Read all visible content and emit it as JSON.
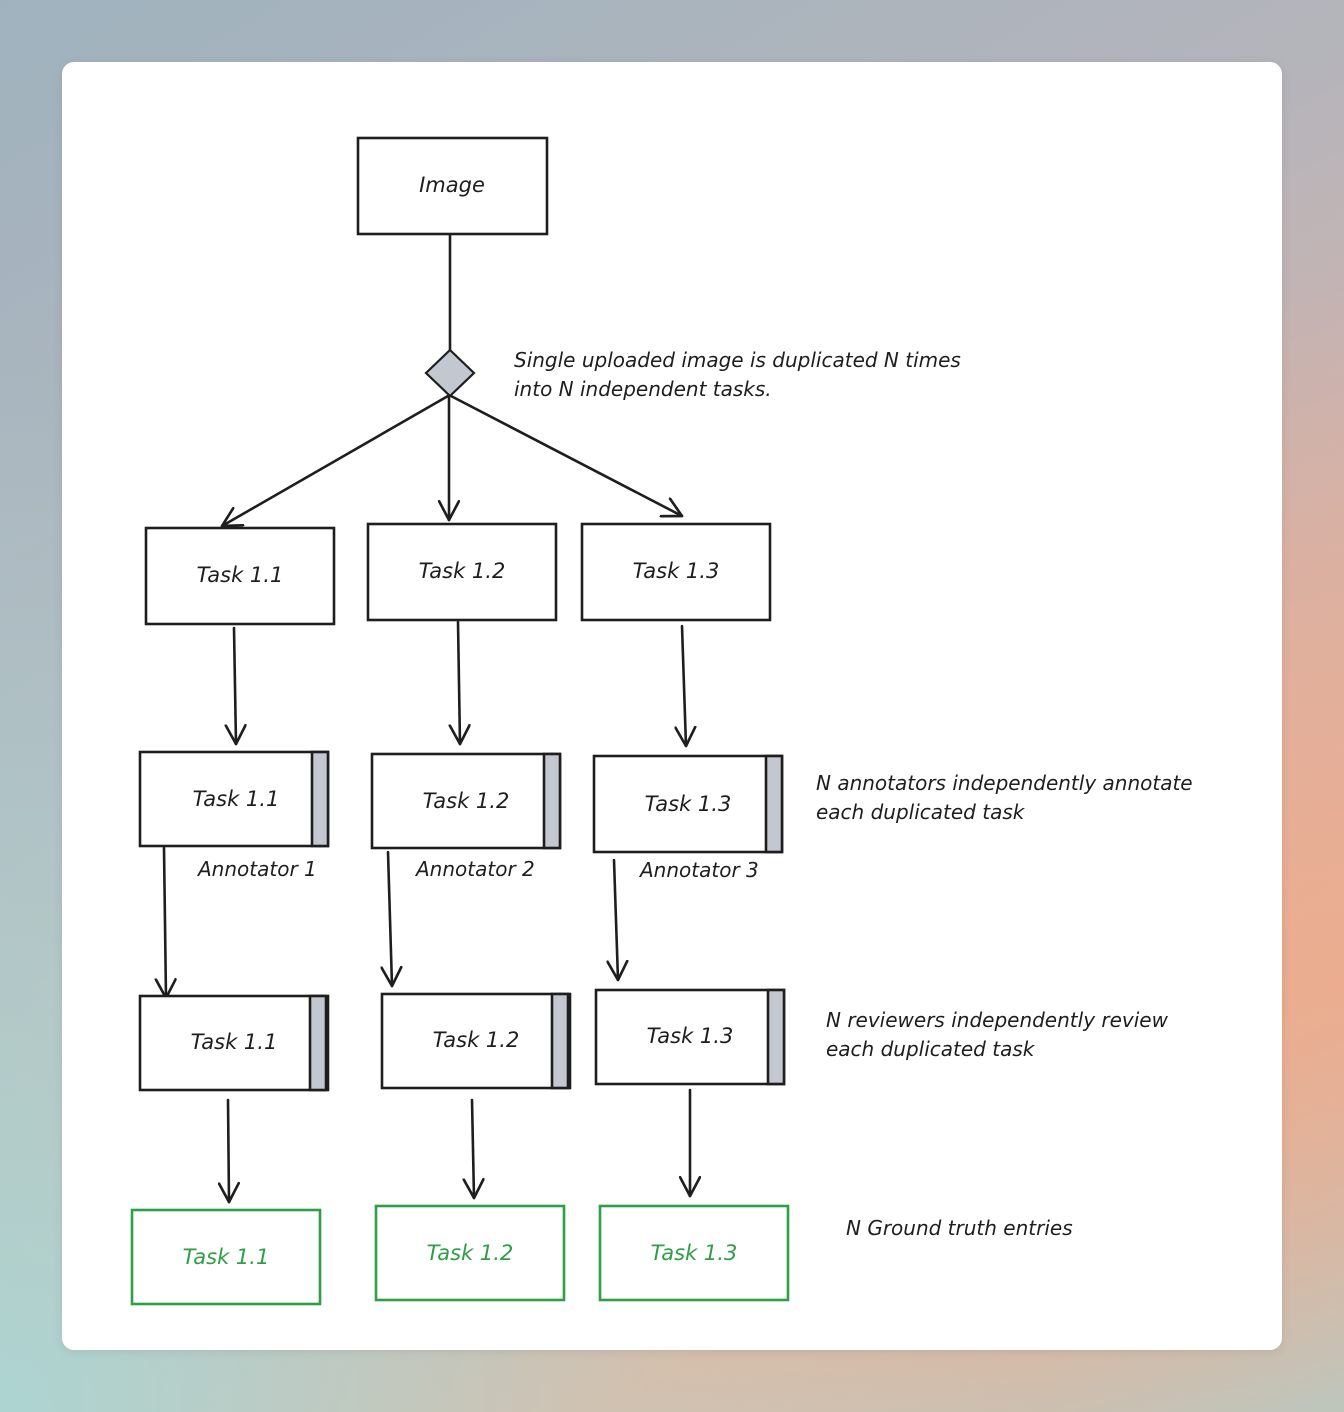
{
  "diagram": {
    "source_node": "Image",
    "split_note": [
      "Single uploaded image is duplicated N times",
      "into N independent tasks."
    ],
    "stages": {
      "tasks": [
        "Task 1.1",
        "Task 1.2",
        "Task 1.3"
      ],
      "annotated": [
        "Task 1.1",
        "Task 1.2",
        "Task 1.3"
      ],
      "annotators": [
        "Annotator 1",
        "Annotator 2",
        "Annotator 3"
      ],
      "reviewed": [
        "Task 1.1",
        "Task 1.2",
        "Task 1.3"
      ],
      "ground_truth": [
        "Task 1.1",
        "Task 1.2",
        "Task 1.3"
      ]
    },
    "annotate_note": [
      "N annotators independently annotate",
      "each duplicated task"
    ],
    "review_note": [
      "N reviewers independently review",
      "each duplicated task"
    ],
    "ground_truth_note": "N Ground truth entries",
    "colors": {
      "stroke": "#1e1e1e",
      "ground_truth": "#2f9e44",
      "marker_fill": "#c3c7cf"
    }
  }
}
